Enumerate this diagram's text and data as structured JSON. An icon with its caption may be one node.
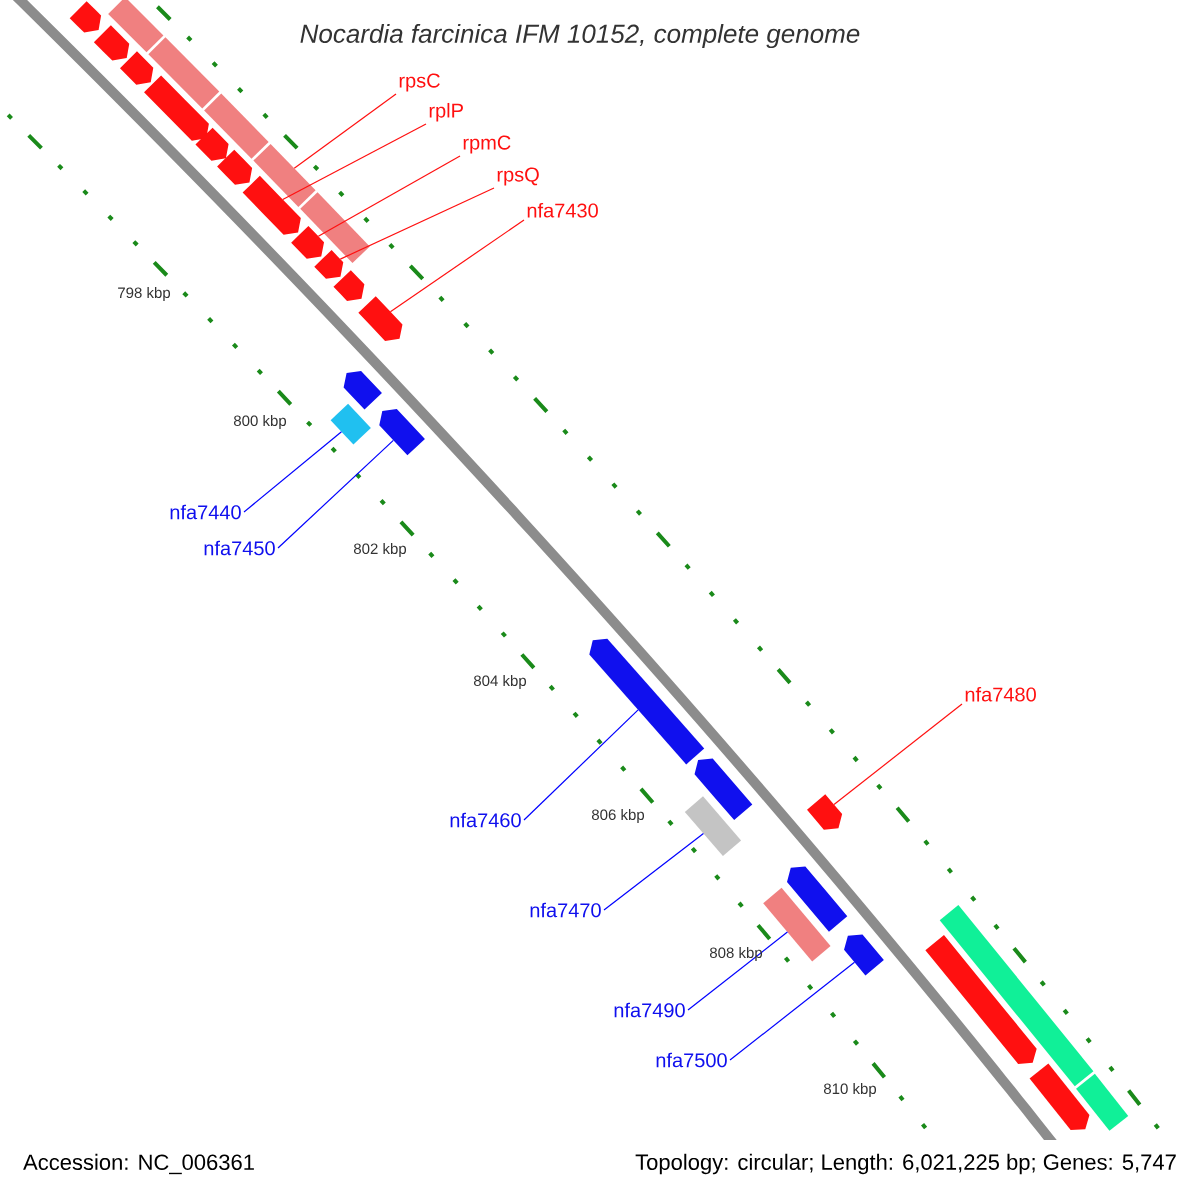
{
  "diagram": {
    "title": "Nocardia farcinica IFM 10152, complete genome",
    "nodes": [
      {
        "text": [
          "rpsC"
        ]
      },
      {
        "text": [
          "rplP"
        ]
      },
      {
        "text": [
          "rpmC"
        ]
      },
      {
        "text": [
          "rpsQ"
        ]
      },
      {
        "text": [
          "nfa7430"
        ]
      },
      {
        "text": [
          "nfa7440"
        ]
      },
      {
        "text": [
          "nfa7450"
        ]
      },
      {
        "text": [
          "nfa7480"
        ]
      },
      {
        "text": [
          "nfa7460"
        ]
      },
      {
        "text": [
          "nfa7470"
        ]
      },
      {
        "text": [
          "nfa7490"
        ]
      },
      {
        "text": [
          "nfa7500"
        ]
      },
      {
        "text": [],
        "shape": "bar"
      },
      {
        "text": [],
        "shape": "pentagon"
      },
      {
        "text": [],
        "shape": "pentagon"
      },
      {
        "text": [],
        "shape": "pentagon"
      },
      {
        "text": [],
        "shape": "bar"
      },
      {
        "text": [],
        "shape": "pentagon"
      },
      {
        "text": [],
        "shape": "bar"
      },
      {
        "text": [],
        "shape": "pentagon"
      },
      {
        "text": [],
        "shape": "pentagon"
      },
      {
        "text": [],
        "shape": "bar"
      },
      {
        "text": [],
        "shape": "pentagon"
      },
      {
        "text": [],
        "shape": "bar"
      },
      {
        "text": [],
        "shape": "pentagon"
      },
      {
        "text": [],
        "shape": "pentagon"
      },
      {
        "text": [],
        "shape": "pentagon"
      },
      {
        "text": [],
        "shape": "pentagon"
      },
      {
        "text": [],
        "shape": "pentagon"
      },
      {
        "text": [],
        "shape": "bar"
      },
      {
        "text": [],
        "shape": "pentagon"
      },
      {
        "text": [],
        "shape": "pentagon"
      },
      {
        "text": [],
        "shape": "pentagon"
      },
      {
        "text": [],
        "shape": "bar"
      },
      {
        "text": [],
        "shape": "pentagon"
      },
      {
        "text": [],
        "shape": "pentagon"
      },
      {
        "text": [],
        "shape": "bar"
      },
      {
        "text": [],
        "shape": "pentagon"
      },
      {
        "text": [],
        "shape": "bar"
      },
      {
        "text": [],
        "shape": "pentagon"
      },
      {
        "text": [],
        "shape": "pentagon"
      },
      {
        "text": [],
        "shape": "bar"
      }
    ],
    "edges": [
      {
        "from": 0,
        "to": 21,
        "arrow": "none"
      },
      {
        "from": 1,
        "to": 22,
        "arrow": "none"
      },
      {
        "from": 2,
        "to": 24,
        "arrow": "none"
      },
      {
        "from": 3,
        "to": 25,
        "arrow": "none"
      },
      {
        "from": 4,
        "to": 27,
        "arrow": "none"
      },
      {
        "from": 5,
        "to": 29,
        "arrow": "none",
        "color": "#0000ff"
      },
      {
        "from": 6,
        "to": 30,
        "arrow": "none",
        "color": "#0000ff"
      },
      {
        "from": 7,
        "to": 34,
        "arrow": "none"
      },
      {
        "from": 8,
        "to": 31,
        "arrow": "none",
        "color": "#0000ff"
      },
      {
        "from": 9,
        "to": 33,
        "arrow": "none",
        "color": "#0000ff"
      },
      {
        "from": 10,
        "to": 36,
        "arrow": "none",
        "color": "#0000ff"
      },
      {
        "from": 11,
        "to": 37,
        "arrow": "none",
        "color": "#0000ff"
      }
    ],
    "labels": [
      "798 kbp",
      "800 kbp",
      "802 kbp",
      "804 kbp",
      "806 kbp",
      "808 kbp",
      "810 kbp",
      "Accession: NC_006361",
      "Topology: circular; Length: 6,021,225 bp; Genes: 5,747"
    ]
  }
}
